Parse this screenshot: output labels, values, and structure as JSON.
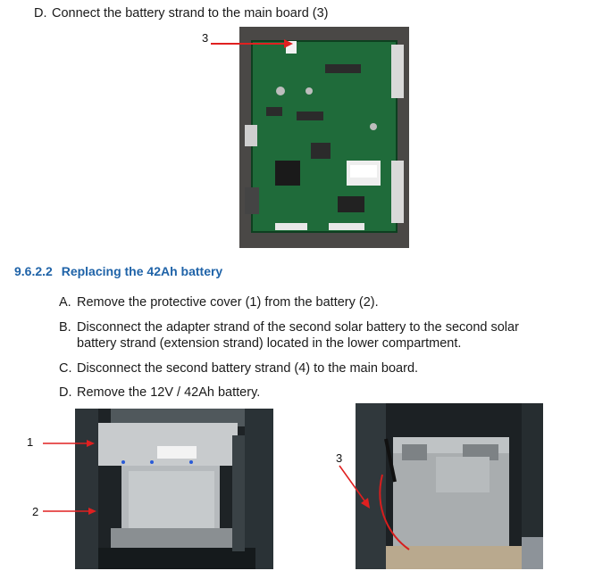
{
  "top_step": {
    "letter": "D.",
    "text": "Connect the battery strand to the main board (3)"
  },
  "fig1": {
    "callout": "3"
  },
  "section": {
    "number": "9.6.2.2",
    "title": "Replacing the 42Ah battery"
  },
  "steps": [
    {
      "letter": "A.",
      "text": "Remove the protective cover (1) from the battery (2)."
    },
    {
      "letter": "B.",
      "line1": "Disconnect the adapter strand of the second solar battery to the second solar",
      "line2": "battery strand (extension strand) located in the lower compartment."
    },
    {
      "letter": "C.",
      "text": "Disconnect the second battery strand (4) to the main board."
    },
    {
      "letter": "D.",
      "text": "Remove the 12V / 42Ah battery."
    }
  ],
  "fig2": {
    "callout_1": "1",
    "callout_2": "2"
  },
  "fig3": {
    "callout": "3"
  },
  "colors": {
    "heading": "#1f63a8",
    "arrow": "#e02020",
    "pcb": "#1f6b3a"
  }
}
